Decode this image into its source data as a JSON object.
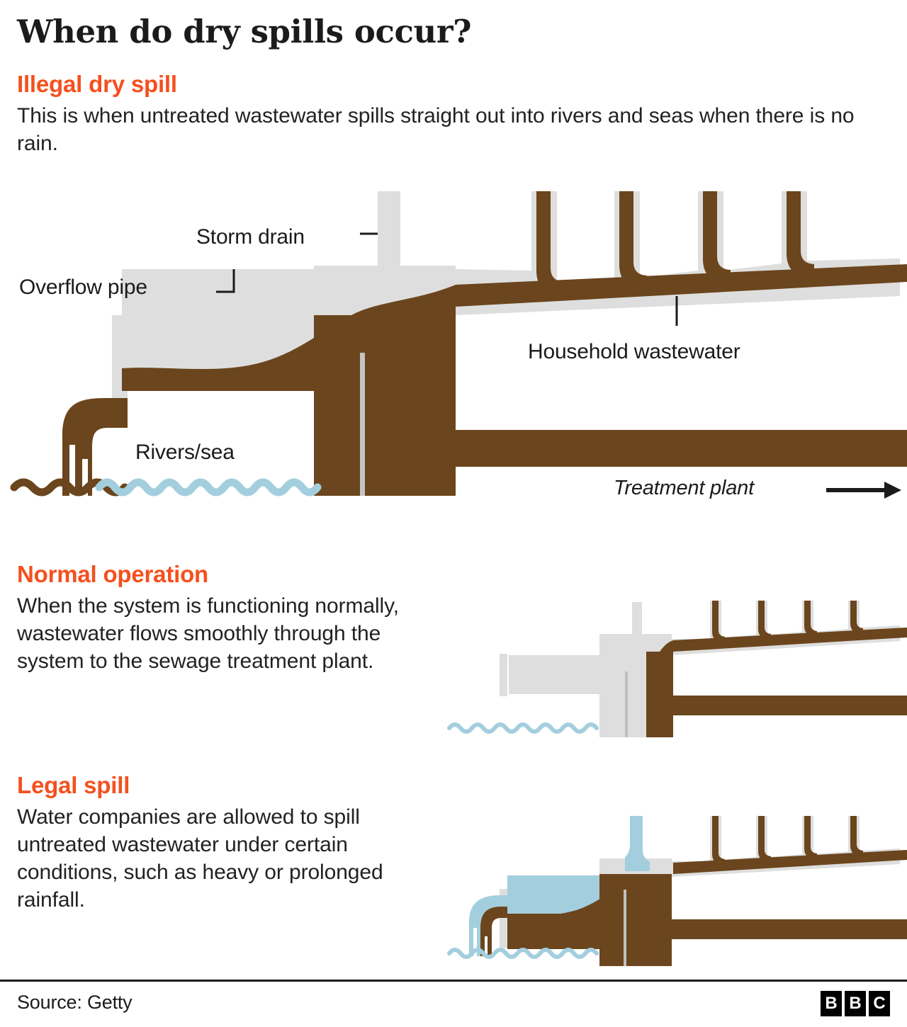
{
  "title": "When do dry spills occur?",
  "sections": [
    {
      "id": "illegal-dry-spill",
      "heading": "Illegal dry spill",
      "body": "This is when untreated wastewater spills straight out into rivers and seas when there is no rain."
    },
    {
      "id": "normal-operation",
      "heading": "Normal operation",
      "body": "When the system is functioning normally, wastewater flows smoothly through the system to the sewage treatment plant."
    },
    {
      "id": "legal-spill",
      "heading": "Legal spill",
      "body": "Water companies are allowed to spill untreated wastewater under certain conditions, such as heavy or prolonged rainfall."
    }
  ],
  "diagram_labels": {
    "storm_drain": "Storm drain",
    "overflow_pipe": "Overflow pipe",
    "household_wastewater": "Household wastewater",
    "rivers_sea": "Rivers/sea",
    "treatment_plant": "Treatment plant"
  },
  "footer": {
    "source": "Source: Getty",
    "logo": [
      "B",
      "B",
      "C"
    ]
  },
  "colors": {
    "accent_orange": "#f4501e",
    "wastewater_brown": "#6b451d",
    "pipe_grey": "#dedede",
    "water_blue": "#a3cedd",
    "text_dark": "#1b1b1b",
    "background": "#ffffff"
  }
}
